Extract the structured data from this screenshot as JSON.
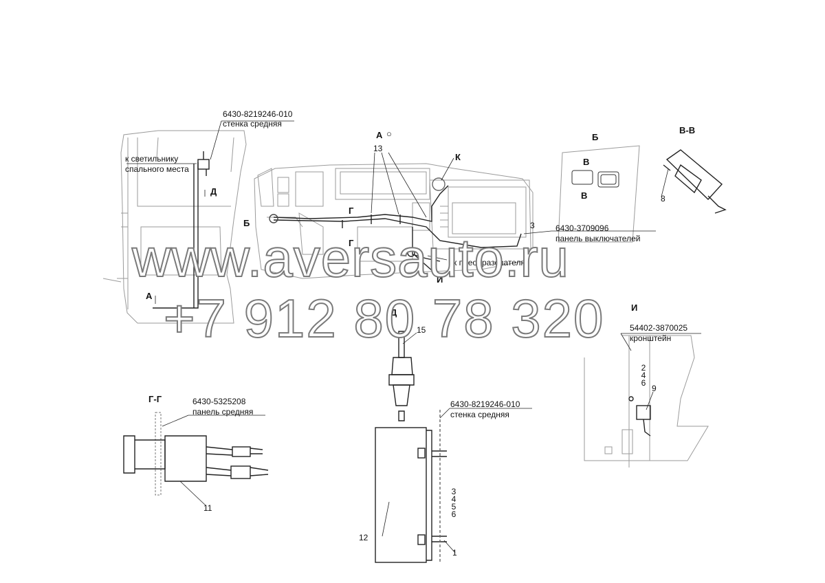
{
  "callouts": {
    "wall_mid_top_code": "6430-8219246-010",
    "wall_mid_top_name": "стенка средняя",
    "lamp_line1": "к светильнику",
    "lamp_line2": "спального места",
    "switch_panel_code": "6430-3709096",
    "switch_panel_name": "панель выключателей",
    "converter": "к преобразователю",
    "bracket_code": "54402-3870025",
    "bracket_name": "кронштейн",
    "panel_mid_code": "6430-5325208",
    "panel_mid_name": "панель средняя",
    "wall_mid_bottom_code": "6430-8219246-010",
    "wall_mid_bottom_name": "стенка средняя"
  },
  "views": {
    "a": "А",
    "b": "Б",
    "v_v": "В-В",
    "g_g": "Г-Г",
    "d": "Д",
    "i": "И",
    "k": "К",
    "v": "В",
    "g": "Г"
  },
  "numbers": {
    "n1": "1",
    "n3": "3",
    "n8": "8",
    "n9": "9",
    "n11": "11",
    "n12": "12",
    "n13": "13",
    "n15": "15",
    "stack_246": "2\n4\n6",
    "stack_3456": "3\n4\n5\n6"
  },
  "watermark": {
    "url": "www.aversauto.ru",
    "phone": "+7 912 80 78 320"
  }
}
